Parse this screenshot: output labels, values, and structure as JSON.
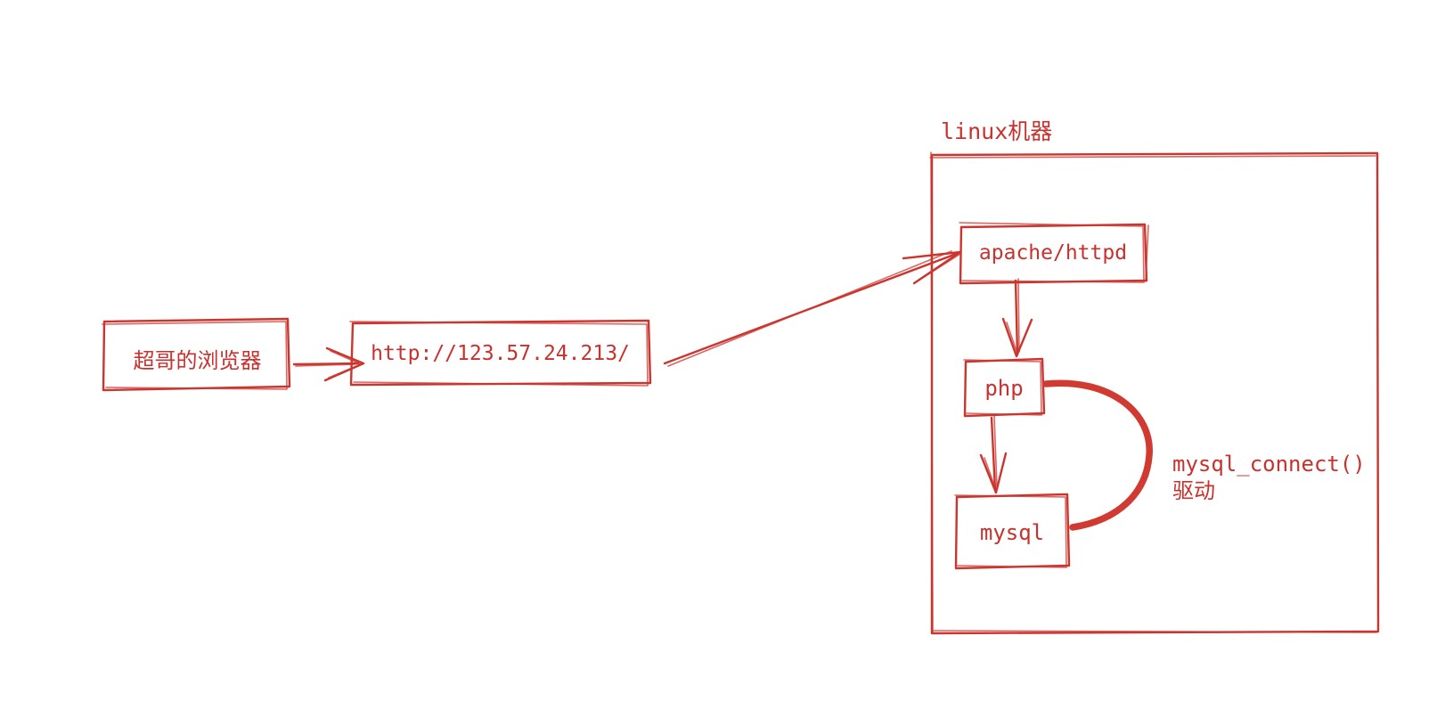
{
  "diagram": {
    "machine_label": "linux机器",
    "nodes": {
      "browser": "超哥的浏览器",
      "url": "http://123.57.24.213/",
      "apache": "apache/httpd",
      "php": "php",
      "mysql": "mysql"
    },
    "annotation": {
      "line1": "mysql_connect()",
      "line2": "驱动"
    },
    "colors": {
      "stroke": "#cc342e",
      "text": "#c8322e",
      "thick_curve": "#d13a31",
      "background": "#ffffff"
    }
  }
}
